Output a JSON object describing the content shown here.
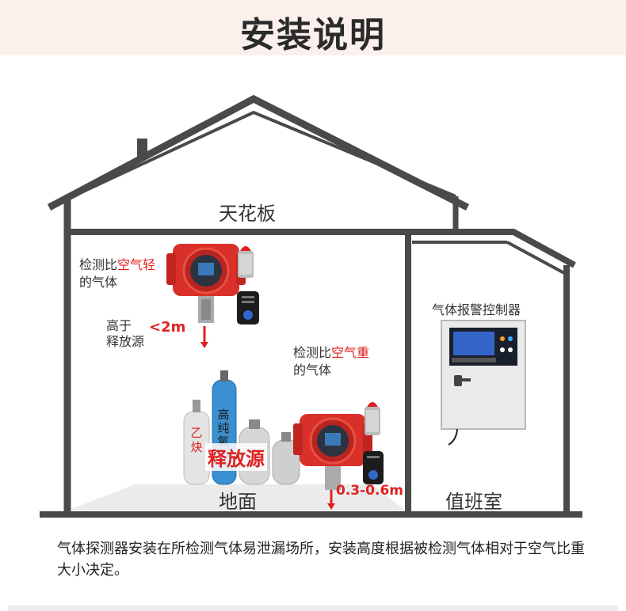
{
  "header": {
    "title": "安装说明"
  },
  "house": {
    "ceiling_label": "天花板",
    "floor_label": "地面",
    "duty_room_label": "值班室"
  },
  "light_gas": {
    "line1_prefix": "检测比",
    "line1_highlight": "空气轻",
    "line2": "的气体",
    "height_line1": "高于",
    "height_line2": "释放源",
    "height_value": "<2m"
  },
  "heavy_gas": {
    "line1_prefix": "检测比",
    "line1_highlight": "空气重",
    "line2": "的气体",
    "height_value": "0.3-0.6m"
  },
  "source": {
    "label": "释放源",
    "cylinder_acetylene": "乙炔",
    "cylinder_high_purity": "高纯氧"
  },
  "controller": {
    "label": "气体报警控制器"
  },
  "description": "气体探测器安装在所检测气体易泄漏场所，安装高度根据被检测气体相对于空气比重大小决定。",
  "colors": {
    "accent_red": "#e02020",
    "header_bg": "#fbf0ec",
    "house_outline": "#4a4a4a",
    "detector_red": "#d9302a"
  }
}
